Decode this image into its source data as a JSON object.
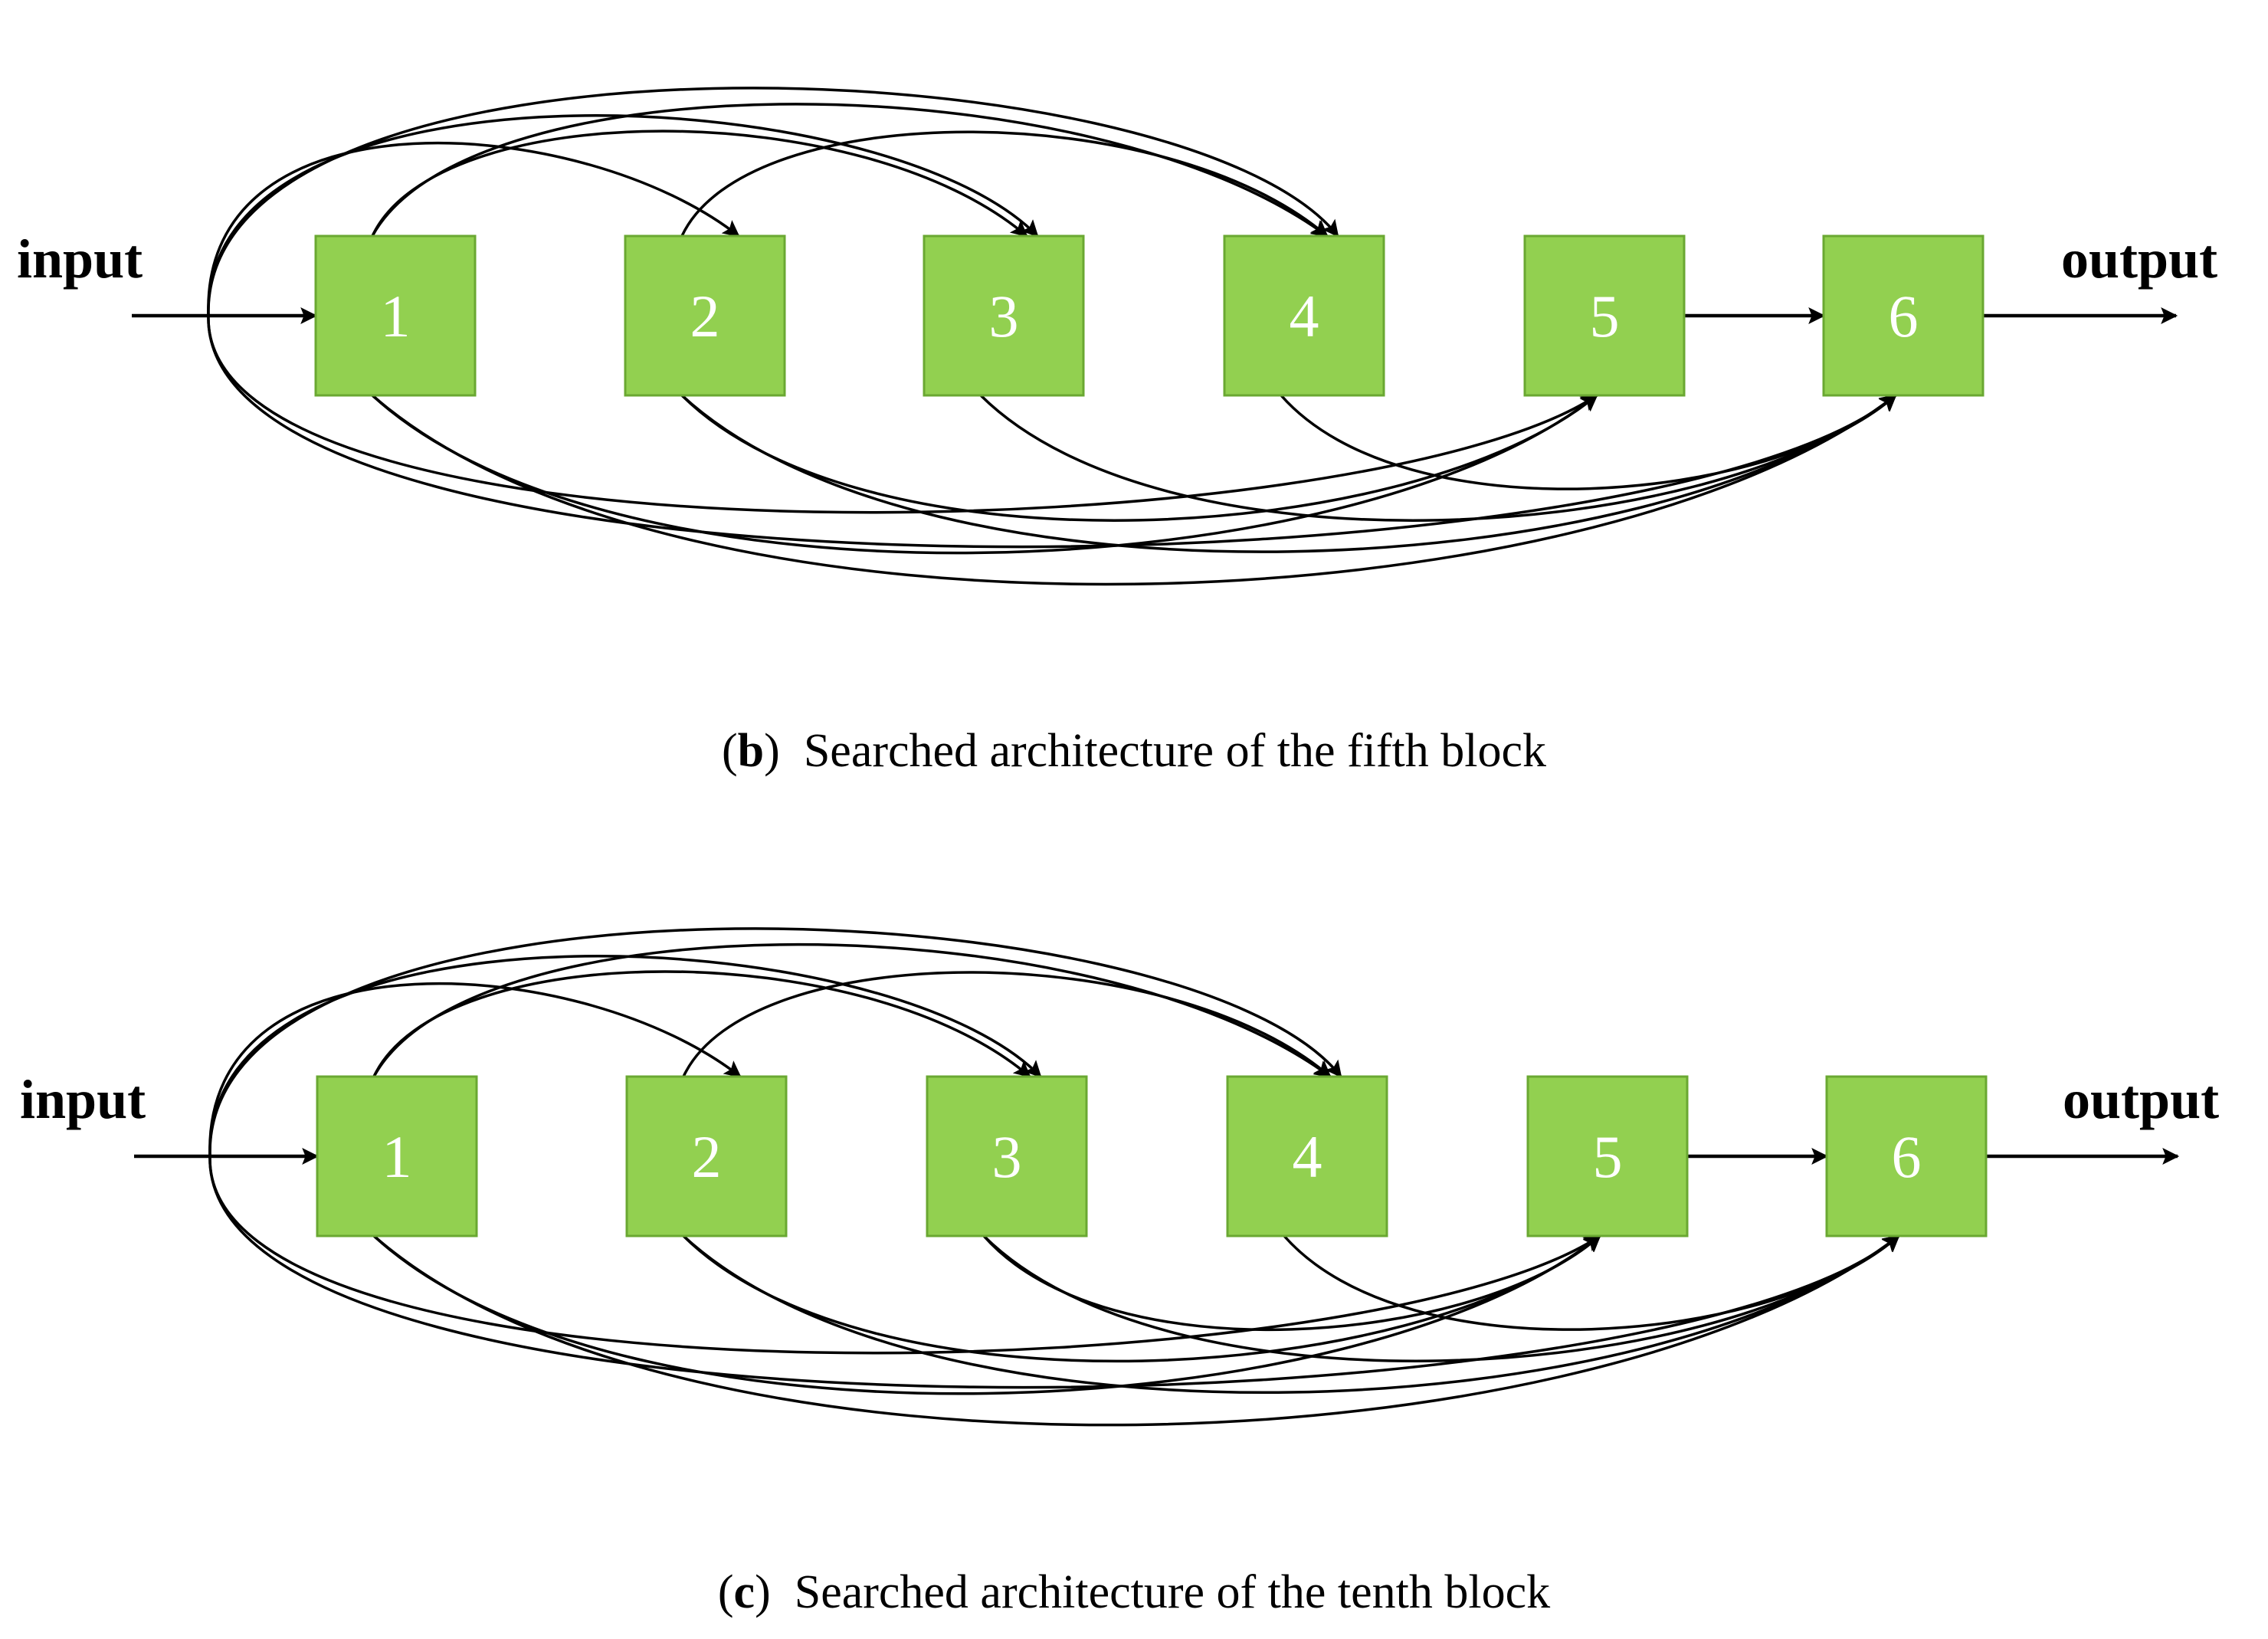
{
  "diagrams": [
    {
      "id": "b",
      "input_label": "input",
      "output_label": "output",
      "nodes": [
        "1",
        "2",
        "3",
        "4",
        "5",
        "6"
      ],
      "caption_tag": "b",
      "caption_text": "Searched architecture of the fifth block",
      "edges": [
        [
          "input",
          "1"
        ],
        [
          "input",
          "2"
        ],
        [
          "input",
          "3"
        ],
        [
          "input",
          "4"
        ],
        [
          "input",
          "5"
        ],
        [
          "input",
          "6"
        ],
        [
          "1",
          "3"
        ],
        [
          "1",
          "4"
        ],
        [
          "1",
          "5"
        ],
        [
          "1",
          "6"
        ],
        [
          "2",
          "4"
        ],
        [
          "2",
          "5"
        ],
        [
          "2",
          "6"
        ],
        [
          "3",
          "6"
        ],
        [
          "4",
          "6"
        ],
        [
          "5",
          "6"
        ]
      ]
    },
    {
      "id": "c",
      "input_label": "input",
      "output_label": "output",
      "nodes": [
        "1",
        "2",
        "3",
        "4",
        "5",
        "6"
      ],
      "caption_tag": "c",
      "caption_text": "Searched architecture of the tenth block",
      "edges": [
        [
          "input",
          "1"
        ],
        [
          "input",
          "2"
        ],
        [
          "input",
          "3"
        ],
        [
          "input",
          "4"
        ],
        [
          "input",
          "5"
        ],
        [
          "input",
          "6"
        ],
        [
          "1",
          "3"
        ],
        [
          "1",
          "4"
        ],
        [
          "1",
          "5"
        ],
        [
          "1",
          "6"
        ],
        [
          "2",
          "4"
        ],
        [
          "2",
          "5"
        ],
        [
          "2",
          "6"
        ],
        [
          "3",
          "5"
        ],
        [
          "3",
          "6"
        ],
        [
          "4",
          "6"
        ],
        [
          "5",
          "6"
        ]
      ]
    }
  ]
}
